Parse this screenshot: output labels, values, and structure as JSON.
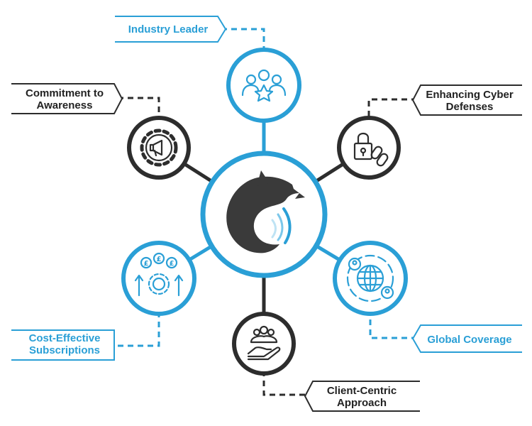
{
  "colors": {
    "accent": "#2a9fd6",
    "dark": "#2d2d2d",
    "text_dark": "#222222",
    "background": "#ffffff"
  },
  "hub": {
    "logo": "wolf-head-logo"
  },
  "nodes": [
    {
      "id": "industry-leader",
      "lines": [
        "Industry Leader"
      ],
      "tone": "blue",
      "icon": "people-star-icon"
    },
    {
      "id": "enhancing-cyber-defenses",
      "lines": [
        "Enhancing Cyber",
        "Defenses"
      ],
      "tone": "dark",
      "icon": "padlock-chain-icon"
    },
    {
      "id": "global-coverage",
      "lines": [
        "Global Coverage"
      ],
      "tone": "blue",
      "icon": "globe-users-icon"
    },
    {
      "id": "client-centric-approach",
      "lines": [
        "Client-Centric",
        "Approach"
      ],
      "tone": "dark",
      "icon": "hand-group-icon"
    },
    {
      "id": "cost-effective-subscriptions",
      "lines": [
        "Cost-Effective",
        "Subscriptions"
      ],
      "tone": "blue",
      "icon": "pound-gear-arrows-icon"
    },
    {
      "id": "commitment-to-awareness",
      "lines": [
        "Commitment to",
        "Awareness"
      ],
      "tone": "dark",
      "icon": "gear-megaphone-icon"
    }
  ]
}
